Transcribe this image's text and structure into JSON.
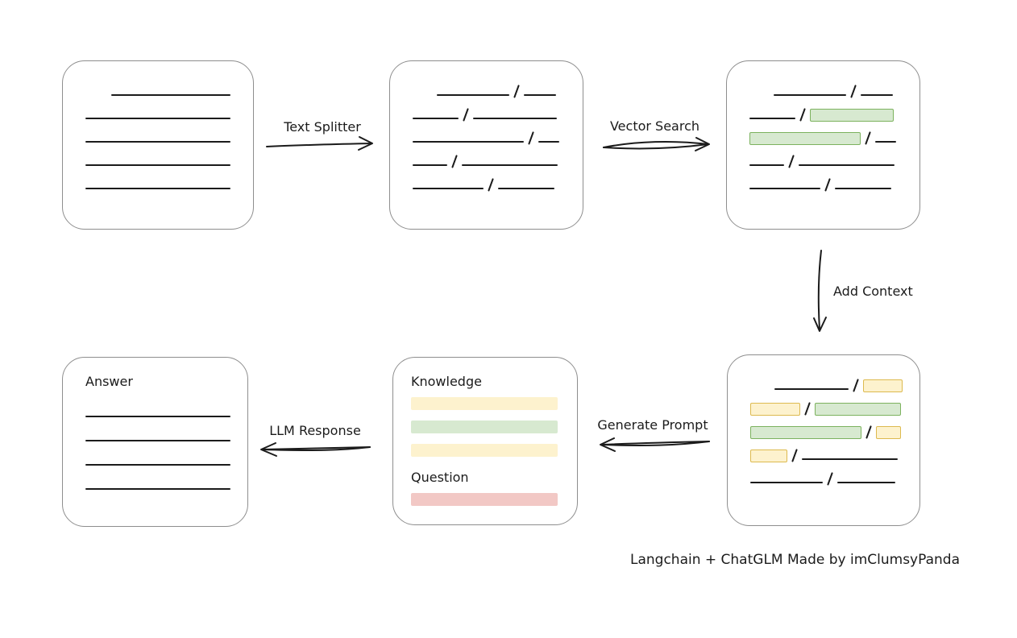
{
  "caption": "Langchain + ChatGLM Made by imClumsyPanda",
  "colors": {
    "ink": "#1b1b1b",
    "box_border": "#8e8e8e",
    "green_fill": "#d7e9d0",
    "green_border": "#7cb25e",
    "yellow_fill": "#fdf2ce",
    "yellow_border": "#ddba4f",
    "red_fill": "#f2c8c5",
    "red_border": "#c4615c"
  },
  "arrows": {
    "text_splitter": "Text Splitter",
    "vector_search": "Vector Search",
    "add_context": "Add Context",
    "generate_prompt": "Generate Prompt",
    "llm_response": "LLM Response"
  },
  "prompt_box": {
    "knowledge_label": "Knowledge",
    "question_label": "Question",
    "knowledge_bars": [
      {
        "c": "yellow",
        "w": 182
      },
      {
        "c": "green",
        "w": 182
      },
      {
        "c": "yellow",
        "w": 182
      }
    ],
    "question_bars": [
      {
        "c": "red",
        "w": 182
      }
    ]
  },
  "answer_box": {
    "title": "Answer"
  },
  "nodes": {
    "document": {
      "rows": [
        [
          {
            "t": "gap",
            "w": 32
          },
          {
            "t": "line",
            "w": 148
          }
        ],
        [
          {
            "t": "line",
            "w": 180
          }
        ],
        [
          {
            "t": "line",
            "w": 180
          }
        ],
        [
          {
            "t": "line",
            "w": 180
          }
        ],
        [
          {
            "t": "line",
            "w": 180
          }
        ]
      ]
    },
    "chunks": {
      "rows": [
        [
          {
            "t": "gap",
            "w": 30
          },
          {
            "t": "line",
            "w": 90
          },
          {
            "t": "slash"
          },
          {
            "t": "line",
            "w": 40
          }
        ],
        [
          {
            "t": "line",
            "w": 57
          },
          {
            "t": "slash"
          },
          {
            "t": "line",
            "w": 104
          }
        ],
        [
          {
            "t": "line",
            "w": 138
          },
          {
            "t": "slash"
          },
          {
            "t": "line",
            "w": 26
          }
        ],
        [
          {
            "t": "line",
            "w": 43
          },
          {
            "t": "slash"
          },
          {
            "t": "line",
            "w": 119
          }
        ],
        [
          {
            "t": "line",
            "w": 88
          },
          {
            "t": "slash"
          },
          {
            "t": "line",
            "w": 70
          }
        ]
      ]
    },
    "matched": {
      "rows": [
        [
          {
            "t": "gap",
            "w": 30
          },
          {
            "t": "line",
            "w": 90
          },
          {
            "t": "slash"
          },
          {
            "t": "line",
            "w": 40
          }
        ],
        [
          {
            "t": "line",
            "w": 57
          },
          {
            "t": "slash"
          },
          {
            "t": "hl",
            "c": "green",
            "w": 104
          }
        ],
        [
          {
            "t": "hl",
            "c": "green",
            "w": 138
          },
          {
            "t": "slash"
          },
          {
            "t": "line",
            "w": 26
          }
        ],
        [
          {
            "t": "line",
            "w": 43
          },
          {
            "t": "slash"
          },
          {
            "t": "line",
            "w": 119
          }
        ],
        [
          {
            "t": "line",
            "w": 88
          },
          {
            "t": "slash"
          },
          {
            "t": "line",
            "w": 70
          }
        ]
      ]
    },
    "context": {
      "rows": [
        [
          {
            "t": "gap",
            "w": 30
          },
          {
            "t": "line",
            "w": 92
          },
          {
            "t": "slash"
          },
          {
            "t": "hl",
            "c": "yellow",
            "w": 49
          }
        ],
        [
          {
            "t": "hl",
            "c": "yellow",
            "w": 62
          },
          {
            "t": "slash"
          },
          {
            "t": "hl",
            "c": "green",
            "w": 107
          }
        ],
        [
          {
            "t": "hl",
            "c": "green",
            "w": 138
          },
          {
            "t": "slash"
          },
          {
            "t": "hl",
            "c": "yellow",
            "w": 31
          }
        ],
        [
          {
            "t": "hl",
            "c": "yellow",
            "w": 46
          },
          {
            "t": "slash"
          },
          {
            "t": "line",
            "w": 119
          }
        ],
        [
          {
            "t": "line",
            "w": 90
          },
          {
            "t": "slash"
          },
          {
            "t": "line",
            "w": 72
          }
        ]
      ]
    },
    "answer": {
      "rows": [
        [
          {
            "t": "line",
            "w": 180
          }
        ],
        [
          {
            "t": "line",
            "w": 180
          }
        ],
        [
          {
            "t": "line",
            "w": 180
          }
        ],
        [
          {
            "t": "line",
            "w": 180
          }
        ]
      ]
    }
  }
}
